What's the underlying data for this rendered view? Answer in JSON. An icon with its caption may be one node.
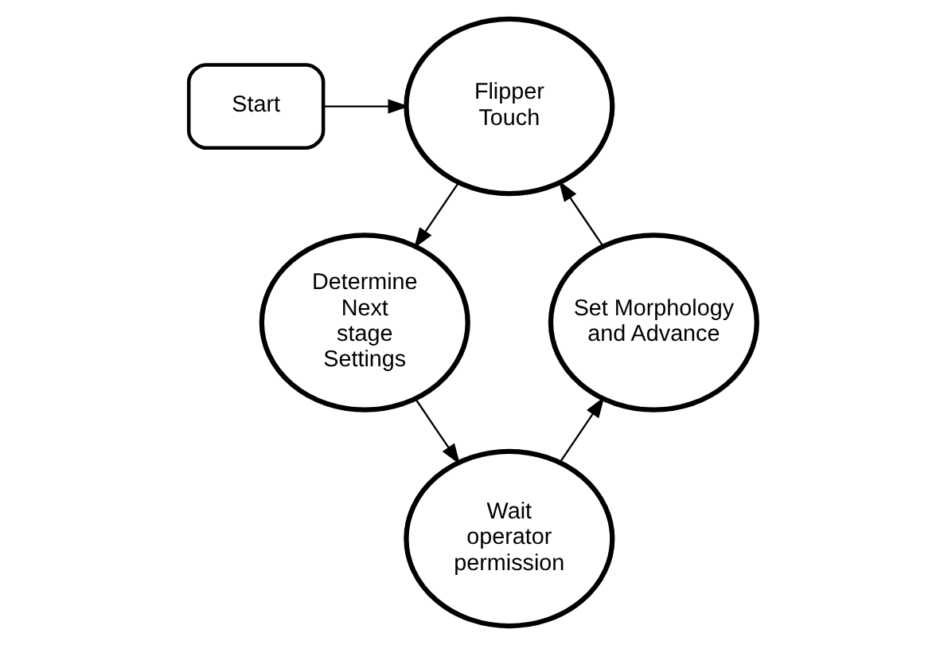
{
  "diagram": {
    "nodes": [
      {
        "text": [
          "Start"
        ]
      },
      {
        "text": [
          "Flipper Touch"
        ]
      },
      {
        "text": [
          "Determine Next stage Settings"
        ]
      },
      {
        "text": [
          "Wait operator permission"
        ]
      },
      {
        "text": [
          "Set Morphology and Advance"
        ]
      }
    ],
    "edges": [
      {
        "from": 0,
        "to": 1,
        "arrow": "to"
      },
      {
        "from": 1,
        "to": 2,
        "arrow": "to"
      },
      {
        "from": 2,
        "to": 3,
        "arrow": "to"
      },
      {
        "from": 3,
        "to": 4,
        "arrow": "to"
      },
      {
        "from": 4,
        "to": 1,
        "arrow": "to"
      }
    ]
  }
}
